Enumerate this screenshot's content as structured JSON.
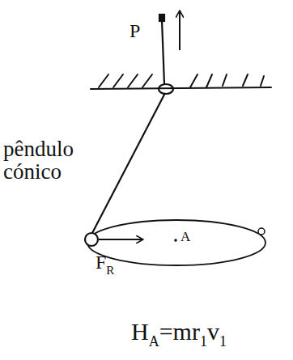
{
  "diagram": {
    "labels": [
      "P",
      "pêndulo cónico",
      "A",
      "F",
      "R",
      "H",
      "A",
      "=mr",
      "1",
      "v",
      "1"
    ]
  }
}
